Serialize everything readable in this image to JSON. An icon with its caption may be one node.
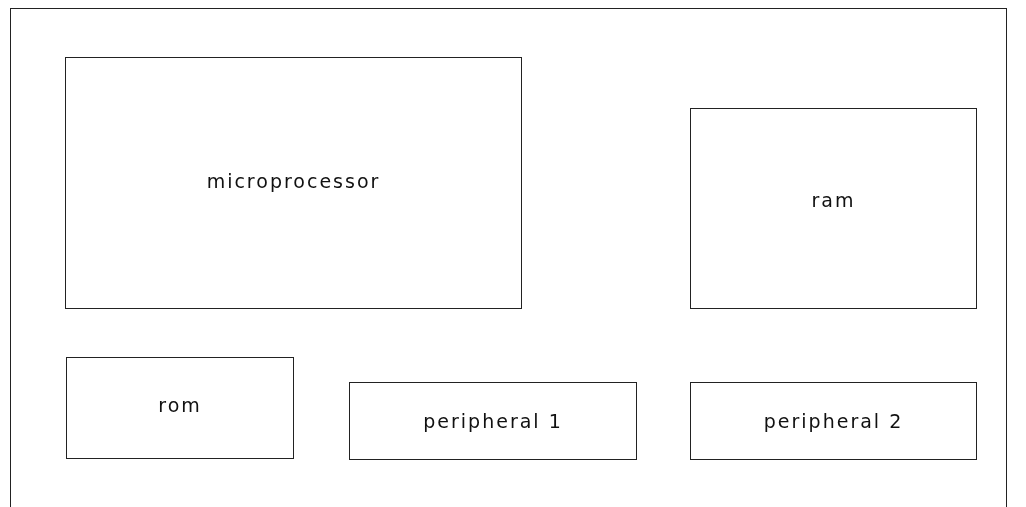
{
  "diagram": {
    "nodes": [
      {
        "text": [
          "microprocessor"
        ]
      },
      {
        "text": [
          "ram"
        ]
      },
      {
        "text": [
          "rom"
        ]
      },
      {
        "text": [
          "peripheral 1"
        ]
      },
      {
        "text": [
          "peripheral 2"
        ]
      }
    ]
  }
}
